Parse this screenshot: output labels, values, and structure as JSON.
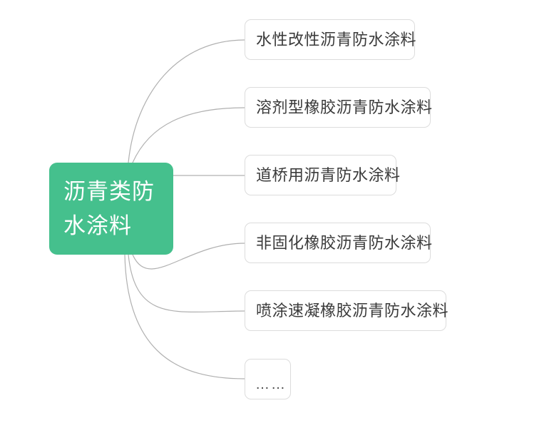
{
  "diagram": {
    "type": "mind-map",
    "root": {
      "label": "沥青类防水涂料",
      "line1": "沥青类防",
      "line2": "水涂料",
      "color": "#45c08d",
      "text_color": "#ffffff"
    },
    "branch_color": "#b0b0b0",
    "node_border_color": "#dcdcdc",
    "node_text_color": "#3a3a3a",
    "children": [
      {
        "label": "水性改性沥青防水涂料"
      },
      {
        "label": "溶剂型橡胶沥青防水涂料"
      },
      {
        "label": "道桥用沥青防水涂料"
      },
      {
        "label": "非固化橡胶沥青防水涂料"
      },
      {
        "label": "喷涂速凝橡胶沥青防水涂料"
      },
      {
        "label": "……"
      }
    ]
  }
}
